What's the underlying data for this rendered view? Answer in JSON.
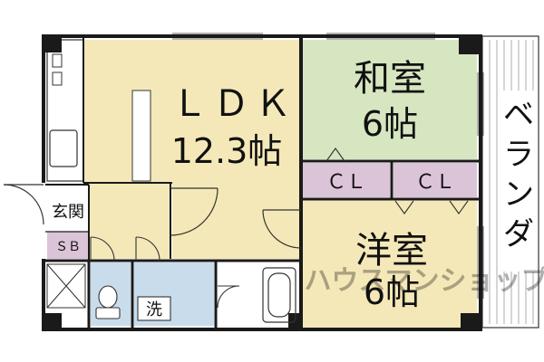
{
  "rooms": {
    "ldk": {
      "name": "ＬＤＫ",
      "size": "12.3帖"
    },
    "washitsu": {
      "name": "和室",
      "size": "6帖"
    },
    "yoshitsu": {
      "name": "洋室",
      "size": "6帖"
    },
    "closet_1": {
      "name": "ＣＬ"
    },
    "closet_2": {
      "name": "ＣＬ"
    },
    "genkan": {
      "name": "玄関"
    },
    "shoe_box": {
      "name": "ＳＢ"
    },
    "washroom": {
      "name": "洗"
    },
    "veranda": {
      "name": "ベランダ"
    }
  },
  "colors": {
    "ldk": "#f5e8b8",
    "washitsu": "#d6e6c0",
    "yoshitsu": "#f5e8b8",
    "closet": "#dcc4d8",
    "wet_area": "#c8dcec",
    "wall": "#1a1a1a"
  },
  "watermark": "ハウスマンショップ"
}
